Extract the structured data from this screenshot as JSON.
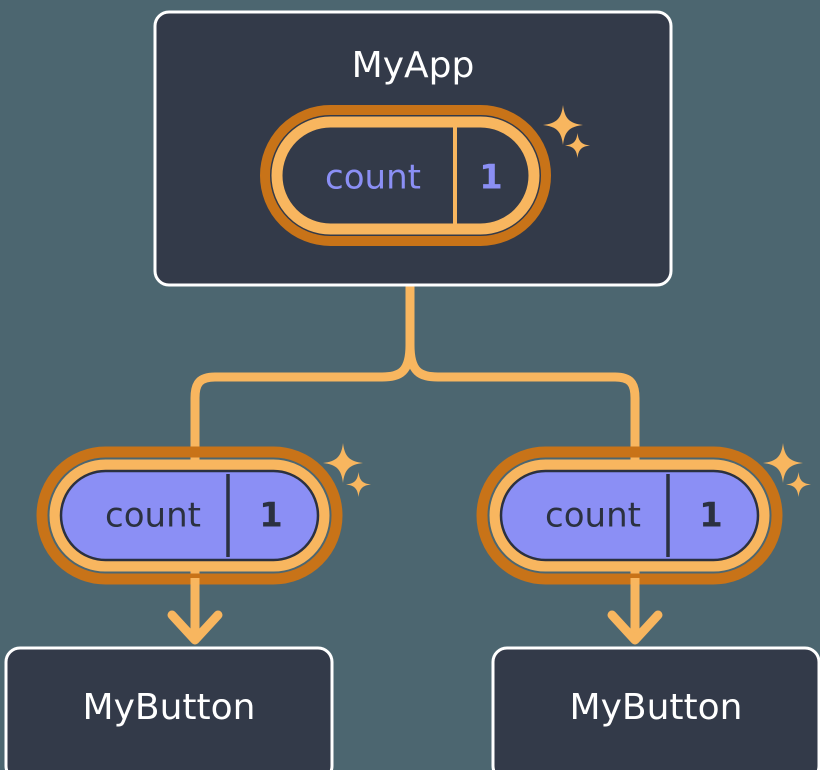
{
  "diagram": {
    "title": "MyApp component tree with shared count state",
    "type": "component-tree",
    "background_color": "#4c6670"
  },
  "colors": {
    "background": "#4c6670",
    "card_fill": "#333a49",
    "card_border": "#ffffff",
    "pill_outer_ring": "#c87318",
    "pill_inner_ring": "#f8b65f",
    "pill_fill_purple": "#8b8ff5",
    "pill_outline_dark": "#2b3140",
    "text_white": "#ffffff",
    "text_dark": "#2b3140",
    "text_purple": "#8b8ff5",
    "connector": "#f8b65f",
    "sparkle": "#f8b65f"
  },
  "nodes": {
    "root": {
      "label": "MyApp",
      "state": {
        "key": "count",
        "value": "1",
        "style": "dark-fill",
        "has_sparkle": true
      }
    },
    "branches": [
      {
        "id": "left",
        "state": {
          "key": "count",
          "value": "1",
          "style": "purple-fill",
          "has_sparkle": true
        },
        "child": {
          "label": "MyButton"
        }
      },
      {
        "id": "right",
        "state": {
          "key": "count",
          "value": "1",
          "style": "purple-fill",
          "has_sparkle": true
        },
        "child": {
          "label": "MyButton"
        }
      }
    ]
  },
  "icons": {
    "sparkle_large": "sparkle-icon",
    "sparkle_small": "sparkle-small-icon",
    "arrow_down": "arrow-down-icon"
  }
}
